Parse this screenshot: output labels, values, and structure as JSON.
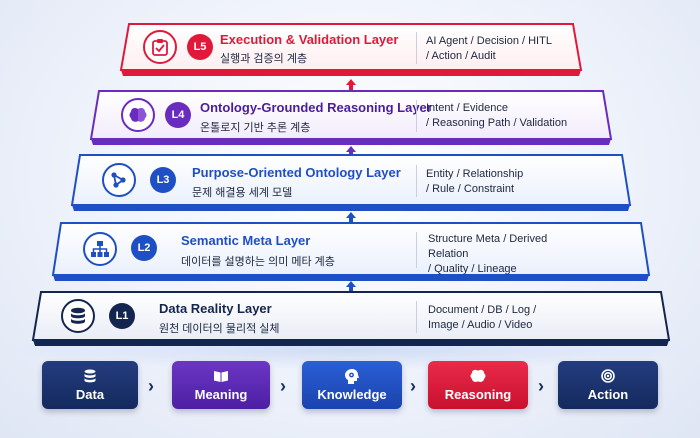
{
  "layers": [
    {
      "badge": "L5",
      "title": "Execution & Validation Layer",
      "subtitle": "실행과 검증의 계층",
      "keys": [
        "AI Agent / Decision / HITL",
        "/ Action / Audit"
      ],
      "color": "#e0193a",
      "icon": "clipboard-check-icon"
    },
    {
      "badge": "L4",
      "title": "Ontology-Grounded Reasoning Layer",
      "subtitle": "온톨로지 기반 추론 계층",
      "keys": [
        "Intent / Evidence",
        "/ Reasoning Path / Validation"
      ],
      "color": "#6a2bbf",
      "icon": "brain-icon"
    },
    {
      "badge": "L3",
      "title": "Purpose-Oriented Ontology Layer",
      "subtitle": "문제 해결용 세계 모델",
      "keys": [
        "Entity / Relationship",
        "/ Rule / Constraint"
      ],
      "color": "#1f4fc4",
      "icon": "node-graph-icon"
    },
    {
      "badge": "L2",
      "title": "Semantic Meta Layer",
      "subtitle": "데이터를 설명하는 의미 메타 계층",
      "keys": [
        "Structure Meta / Derived",
        "Relation",
        "/ Quality / Lineage"
      ],
      "color": "#1f4fc4",
      "icon": "hierarchy-icon"
    },
    {
      "badge": "L1",
      "title": "Data Reality Layer",
      "subtitle": "원천 데이터의 물리적 실체",
      "keys": [
        "Document / DB / Log /",
        "Image / Audio / Video"
      ],
      "color": "#14264f",
      "icon": "database-icon"
    }
  ],
  "flow": [
    {
      "label": "Data",
      "icon": "database-icon",
      "color": "#1a2f66"
    },
    {
      "label": "Meaning",
      "icon": "book-icon",
      "color": "#5a2bb5"
    },
    {
      "label": "Knowledge",
      "icon": "head-gear-icon",
      "color": "#1f4fc4"
    },
    {
      "label": "Reasoning",
      "icon": "brain-icon",
      "color": "#e0193a"
    },
    {
      "label": "Action",
      "icon": "target-icon",
      "color": "#1a2f66"
    }
  ]
}
